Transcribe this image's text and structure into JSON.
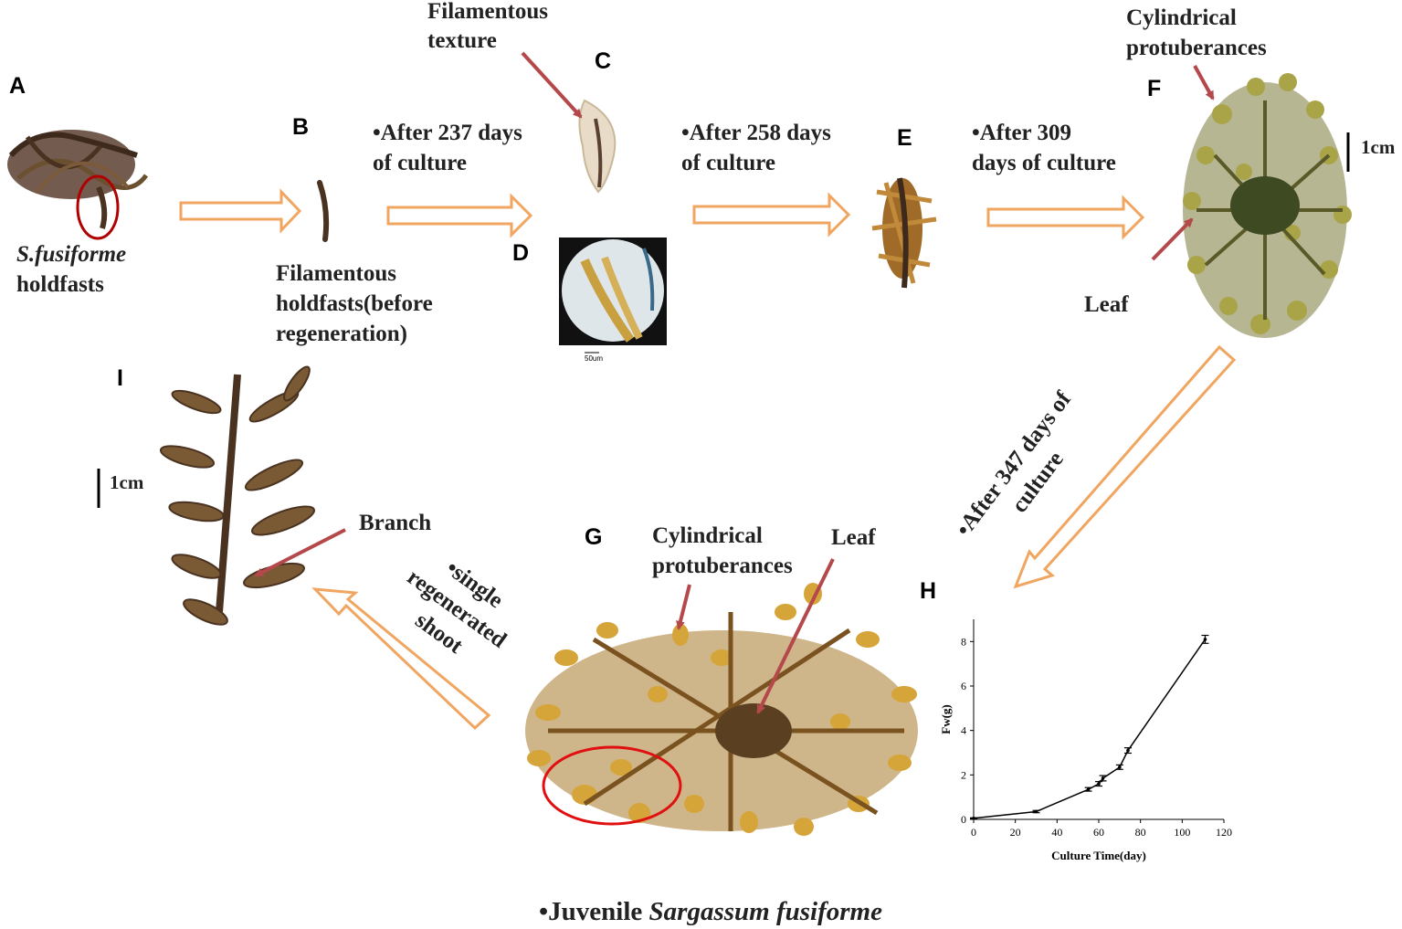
{
  "panel_letters": {
    "a": "A",
    "b": "B",
    "c": "C",
    "d": "D",
    "e": "E",
    "f": "F",
    "g": "G",
    "h": "H",
    "i": "I"
  },
  "labels": {
    "species_italic": "S.fusiforme",
    "holdfasts": "holdfasts",
    "filamentous_holdfasts": [
      "Filamentous",
      "holdfasts(before",
      "regeneration)"
    ],
    "filamentous_texture": [
      "Filamentous",
      "texture"
    ],
    "cylindrical_top": [
      "Cylindrical",
      "protuberances"
    ],
    "cylindrical_g": [
      "Cylindrical",
      "protuberances"
    ],
    "leaf_f": "Leaf",
    "leaf_g": "Leaf",
    "branch": "Branch",
    "scale_f": "1cm",
    "scale_i": "1cm",
    "micro_scale": "50um"
  },
  "steps": {
    "s237": [
      "•After 237 days",
      "of culture"
    ],
    "s258": [
      "•After 258 days",
      "of culture"
    ],
    "s309": [
      "•After 309",
      "days of culture"
    ],
    "s347": [
      "•After 347 days of",
      "culture"
    ],
    "single": [
      "•single",
      "regenerated",
      "shoot"
    ]
  },
  "footer": {
    "prefix": "•Juvenile ",
    "italic": "Sargassum fusiforme"
  },
  "colors": {
    "arrow_outline": "#f0a560",
    "pointer": "#b5484b",
    "circle": "#e01010",
    "algae_dark": "#4a3220",
    "algae_gold": "#c89a38",
    "algae_olive": "#8a8a3a"
  },
  "chart_data": {
    "type": "line",
    "xlabel": "Culture Time(day)",
    "ylabel": "Fw(g)",
    "xlim": [
      0,
      120
    ],
    "ylim": [
      0,
      9
    ],
    "xticks": [
      0,
      20,
      40,
      60,
      80,
      100,
      120
    ],
    "yticks": [
      0,
      2,
      4,
      6,
      8
    ],
    "x": [
      0,
      30,
      55,
      60,
      62,
      70,
      74,
      111
    ],
    "y": [
      0.05,
      0.35,
      1.35,
      1.6,
      1.85,
      2.35,
      3.1,
      8.1
    ],
    "err": [
      0.02,
      0.05,
      0.08,
      0.1,
      0.12,
      0.1,
      0.12,
      0.18
    ],
    "grid": false
  }
}
